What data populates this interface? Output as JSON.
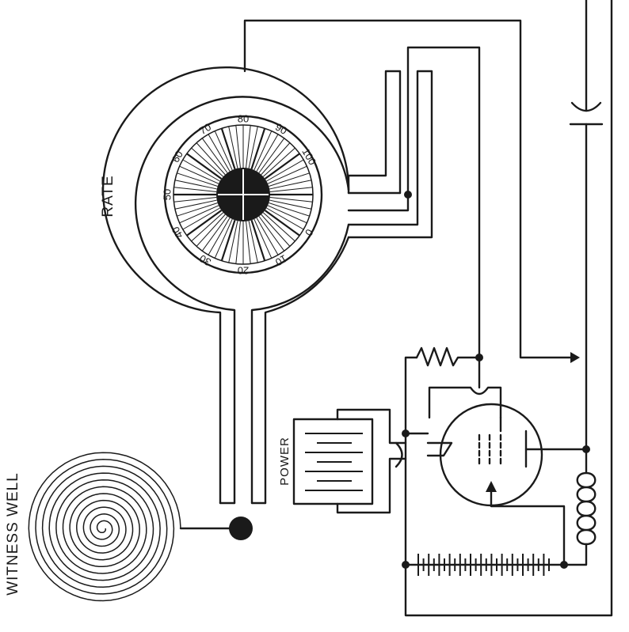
{
  "labels": {
    "rate": "RATE",
    "power": "POWER",
    "witness_well": "WITNESS WELL"
  },
  "dial": {
    "scale": [
      "0",
      "10",
      "20",
      "30",
      "40",
      "50",
      "60",
      "70",
      "80",
      "90",
      "100"
    ]
  },
  "colors": {
    "ink": "#1a1a1a",
    "paper": "#ffffff"
  }
}
